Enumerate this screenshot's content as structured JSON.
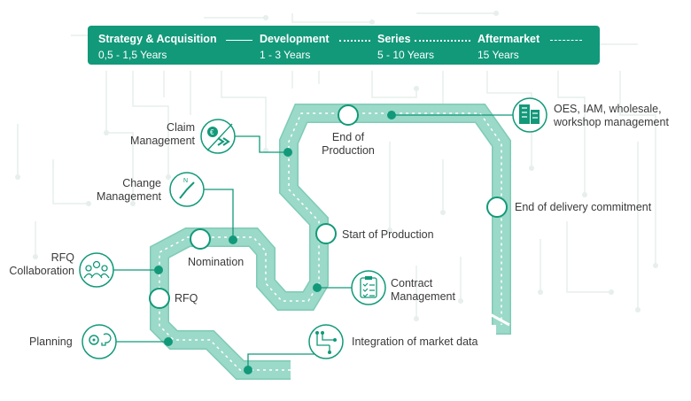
{
  "colors": {
    "accent": "#12997a",
    "road": "#9bd9c8",
    "road_edge": "#7fcbb6",
    "text": "#3a3a3a",
    "circuit": "#e6efec"
  },
  "banner": {
    "phases": [
      {
        "title": "Strategy & Acquisition",
        "duration": "0,5 - 1,5 Years"
      },
      {
        "title": "Development",
        "duration": "1 - 3 Years"
      },
      {
        "title": "Series",
        "duration": "5 - 10 Years"
      },
      {
        "title": "Aftermarket",
        "duration": "15 Years"
      }
    ]
  },
  "milestones": {
    "rfq": "RFQ",
    "nomination": "Nomination",
    "start_of_production": "Start of Production",
    "end_of_production_1": "End of",
    "end_of_production_2": "Production",
    "end_of_delivery": "End of delivery commitment"
  },
  "processes": {
    "planning": {
      "label": "Planning",
      "icon": "gear-bulb-icon"
    },
    "rfq_collaboration": {
      "line1": "RFQ",
      "line2": "Collaboration",
      "icon": "team-icon"
    },
    "change_management": {
      "line1": "Change",
      "line2": "Management",
      "icon": "compass-icon"
    },
    "claim_management": {
      "line1": "Claim",
      "line2": "Management",
      "icon": "euro-arrow-icon"
    },
    "market_data": {
      "label": "Integration of market data",
      "icon": "circuit-icon"
    },
    "contract_management": {
      "line1": "Contract",
      "line2": "Management",
      "icon": "clipboard-checklist-icon"
    },
    "aftermarket_channels": {
      "line1": "OES, IAM, wholesale,",
      "line2": "workshop management",
      "icon": "building-icon"
    }
  }
}
